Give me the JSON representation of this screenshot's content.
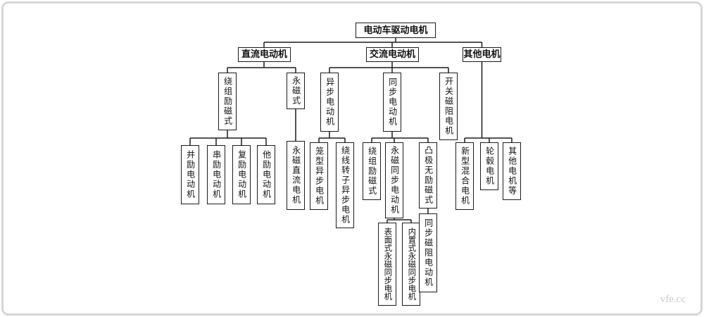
{
  "nodes": {
    "root": "电动车驱动电机",
    "dc": "直流电动机",
    "ac": "交流电动机",
    "other": "其他电机",
    "dc_wound": "绕组励磁式",
    "dc_pm": "永磁式",
    "shunt": "并励电动机",
    "series": "串励电动机",
    "compound": "复励电动机",
    "separate": "他励电动机",
    "pm_dc": "永磁直流电机",
    "async": "异步电动机",
    "sync": "同步电动机",
    "srm": "开关磁阻电机",
    "cage": "笼型异步电机",
    "wound_rotor": "绕线转子异步电机",
    "sync_wound": "绕组励磁式",
    "pmsm": "永磁同步电动机",
    "salient": "凸极无励磁式",
    "spmsm": "表面式永磁同步电机",
    "ipmsm": "内置式永磁同步电机",
    "synrm": "同步磁阻电动机",
    "hybrid": "新型混合电机",
    "hub": "轮毂电机",
    "other_etc": "其他电机等"
  },
  "tree": {
    "label": "电动车驱动电机",
    "children": [
      {
        "label": "直流电动机",
        "children": [
          {
            "label": "绕组励磁式",
            "children": [
              {
                "label": "并励电动机"
              },
              {
                "label": "串励电动机"
              },
              {
                "label": "复励电动机"
              },
              {
                "label": "他励电动机"
              }
            ]
          },
          {
            "label": "永磁式",
            "children": [
              {
                "label": "永磁直流电机"
              }
            ]
          }
        ]
      },
      {
        "label": "交流电动机",
        "children": [
          {
            "label": "异步电动机",
            "children": [
              {
                "label": "笼型异步电机"
              },
              {
                "label": "绕线转子异步电机"
              }
            ]
          },
          {
            "label": "同步电动机",
            "children": [
              {
                "label": "绕组励磁式"
              },
              {
                "label": "永磁同步电动机",
                "children": [
                  {
                    "label": "表面式永磁同步电机"
                  },
                  {
                    "label": "内置式永磁同步电机"
                  }
                ]
              },
              {
                "label": "凸极无励磁式",
                "children": [
                  {
                    "label": "同步磁阻电动机"
                  }
                ]
              }
            ]
          },
          {
            "label": "开关磁阻电机"
          }
        ]
      },
      {
        "label": "其他电机",
        "children": [
          {
            "label": "新型混合电机"
          },
          {
            "label": "轮毂电机"
          },
          {
            "label": "其他电机等"
          }
        ]
      }
    ]
  },
  "watermark": {
    "text": "vfe.cc"
  },
  "colors": {
    "line": "#1b1b1b",
    "box_border": "#1b1b1b",
    "frame": "#d7d7d7",
    "watermark": "#c9c9c9"
  }
}
